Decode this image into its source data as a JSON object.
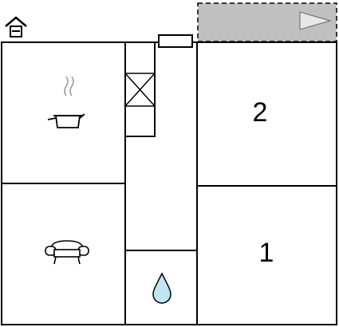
{
  "floorplan": {
    "rooms": [
      {
        "id": "kitchen",
        "icon": "cooking-pot-icon"
      },
      {
        "id": "living-room",
        "icon": "sofa-icon"
      },
      {
        "id": "bedroom-2",
        "label": "2"
      },
      {
        "id": "bedroom-1",
        "label": "1"
      },
      {
        "id": "bathroom",
        "icon": "water-drop-icon"
      },
      {
        "id": "hallway"
      },
      {
        "id": "stairwell",
        "icon": "stairs-cross-icon"
      }
    ],
    "entrance_icon": "house-entrance-icon",
    "terrace_icon": "direction-flag-icon",
    "colors": {
      "terrace_fill": "#c0c0c0",
      "water_drop": "#bfe6f2",
      "wall": "#000000"
    }
  }
}
